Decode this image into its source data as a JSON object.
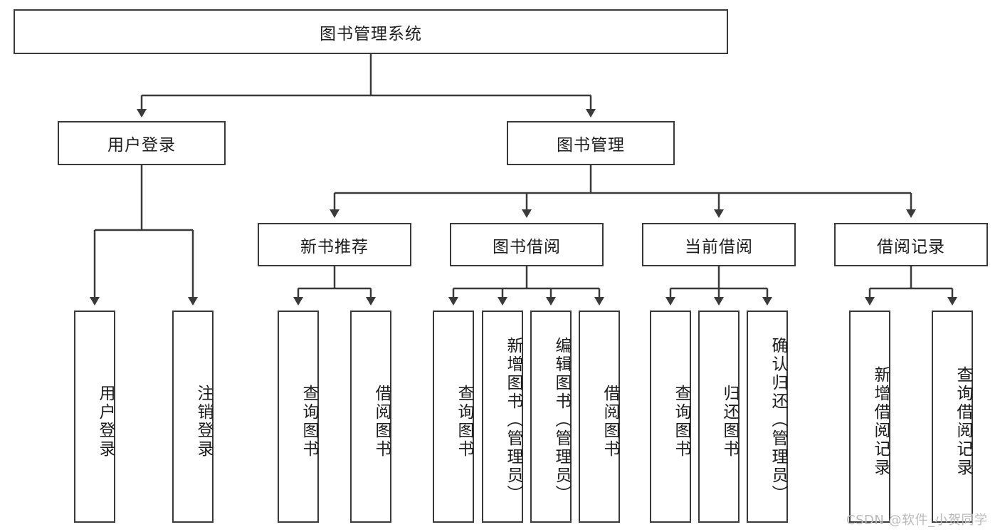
{
  "diagram": {
    "title_node": {
      "label": "图书管理系统"
    },
    "level1": [
      {
        "label": "用户登录"
      },
      {
        "label": "图书管理"
      }
    ],
    "level2": [
      {
        "label": "新书推荐"
      },
      {
        "label": "图书借阅"
      },
      {
        "label": "当前借阅"
      },
      {
        "label": "借阅记录"
      }
    ],
    "leaves": {
      "user_login": [
        {
          "label": "用户登录"
        },
        {
          "label": "注销登录"
        }
      ],
      "new_book": [
        {
          "label": "查询图书"
        },
        {
          "label": "借阅图书"
        }
      ],
      "book_borrow": [
        {
          "label": "查询图书"
        },
        {
          "label": "新增图书（管理员）"
        },
        {
          "label": "编辑图书（管理员）"
        },
        {
          "label": "借阅图书"
        }
      ],
      "current_borrow": [
        {
          "label": "查询图书"
        },
        {
          "label": "归还图书"
        },
        {
          "label": "确认归还（管理员）"
        }
      ],
      "borrow_record": [
        {
          "label": "新增借阅记录"
        },
        {
          "label": "查询借阅记录"
        }
      ]
    }
  },
  "watermark": {
    "text": "CSDN @软件_小贺同学"
  },
  "colors": {
    "stroke": "#3a3a3a",
    "fill": "#ffffff",
    "text": "#1c1c1c",
    "watermark": "#b9b9b9"
  }
}
